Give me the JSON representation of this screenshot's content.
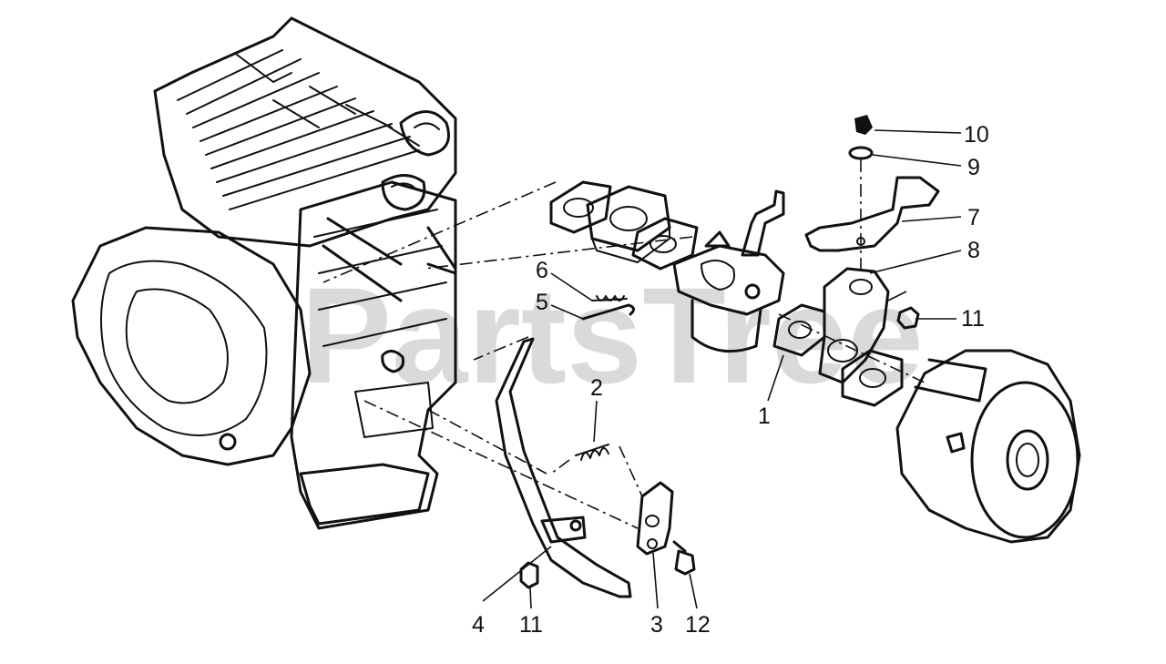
{
  "watermark": "PartsTree",
  "callouts": {
    "c1": "1",
    "c2": "2",
    "c3": "3",
    "c4": "4",
    "c5": "5",
    "c6": "6",
    "c7": "7",
    "c8": "8",
    "c9": "9",
    "c10": "10",
    "c11a": "11",
    "c11b": "11",
    "c12": "12"
  }
}
